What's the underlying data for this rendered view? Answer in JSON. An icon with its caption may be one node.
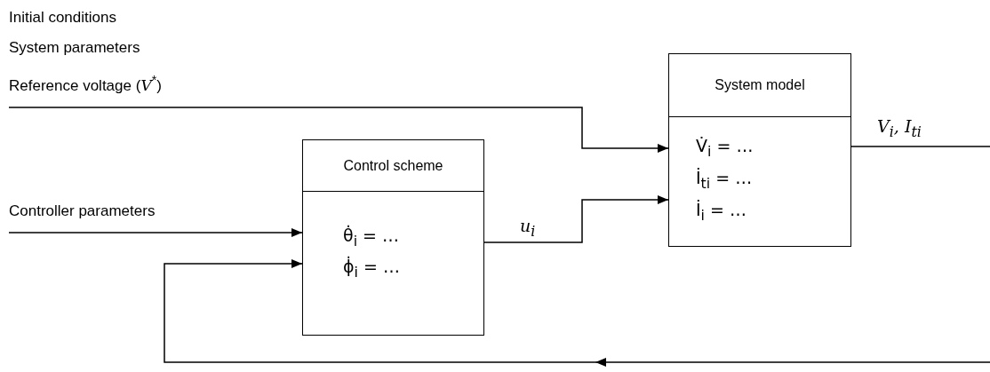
{
  "diagram": {
    "nodes": [
      {
        "text": [
          "Initial conditions",
          "System parameters",
          "Reference voltage (*V*$^{*}$)"
        ]
      },
      {
        "text": [
          "Controller parameters"
        ]
      },
      {
        "text": [
          "Control scheme",
          "θ̇$_{i}$ = …",
          "ϕ̇$_{i}$ = …"
        ]
      },
      {
        "text": [
          "System model",
          "V̇$_{i}$ = …",
          "İ$_{ti}$ = …",
          "İ$_{i}$ = …"
        ]
      }
    ],
    "edges": [
      {
        "from": 0,
        "to": 3,
        "arrow": "to"
      },
      {
        "from": 1,
        "to": 2,
        "arrow": "to"
      },
      {
        "from": 2,
        "to": 3,
        "arrow": "to",
        "label": "*u*$_{i}$"
      },
      {
        "from": 3,
        "to": null,
        "arrow": "none",
        "label": "*V*$_{i}$, *I*$_{ti}$"
      },
      {
        "from": null,
        "to": 2,
        "arrow": "to"
      }
    ]
  }
}
